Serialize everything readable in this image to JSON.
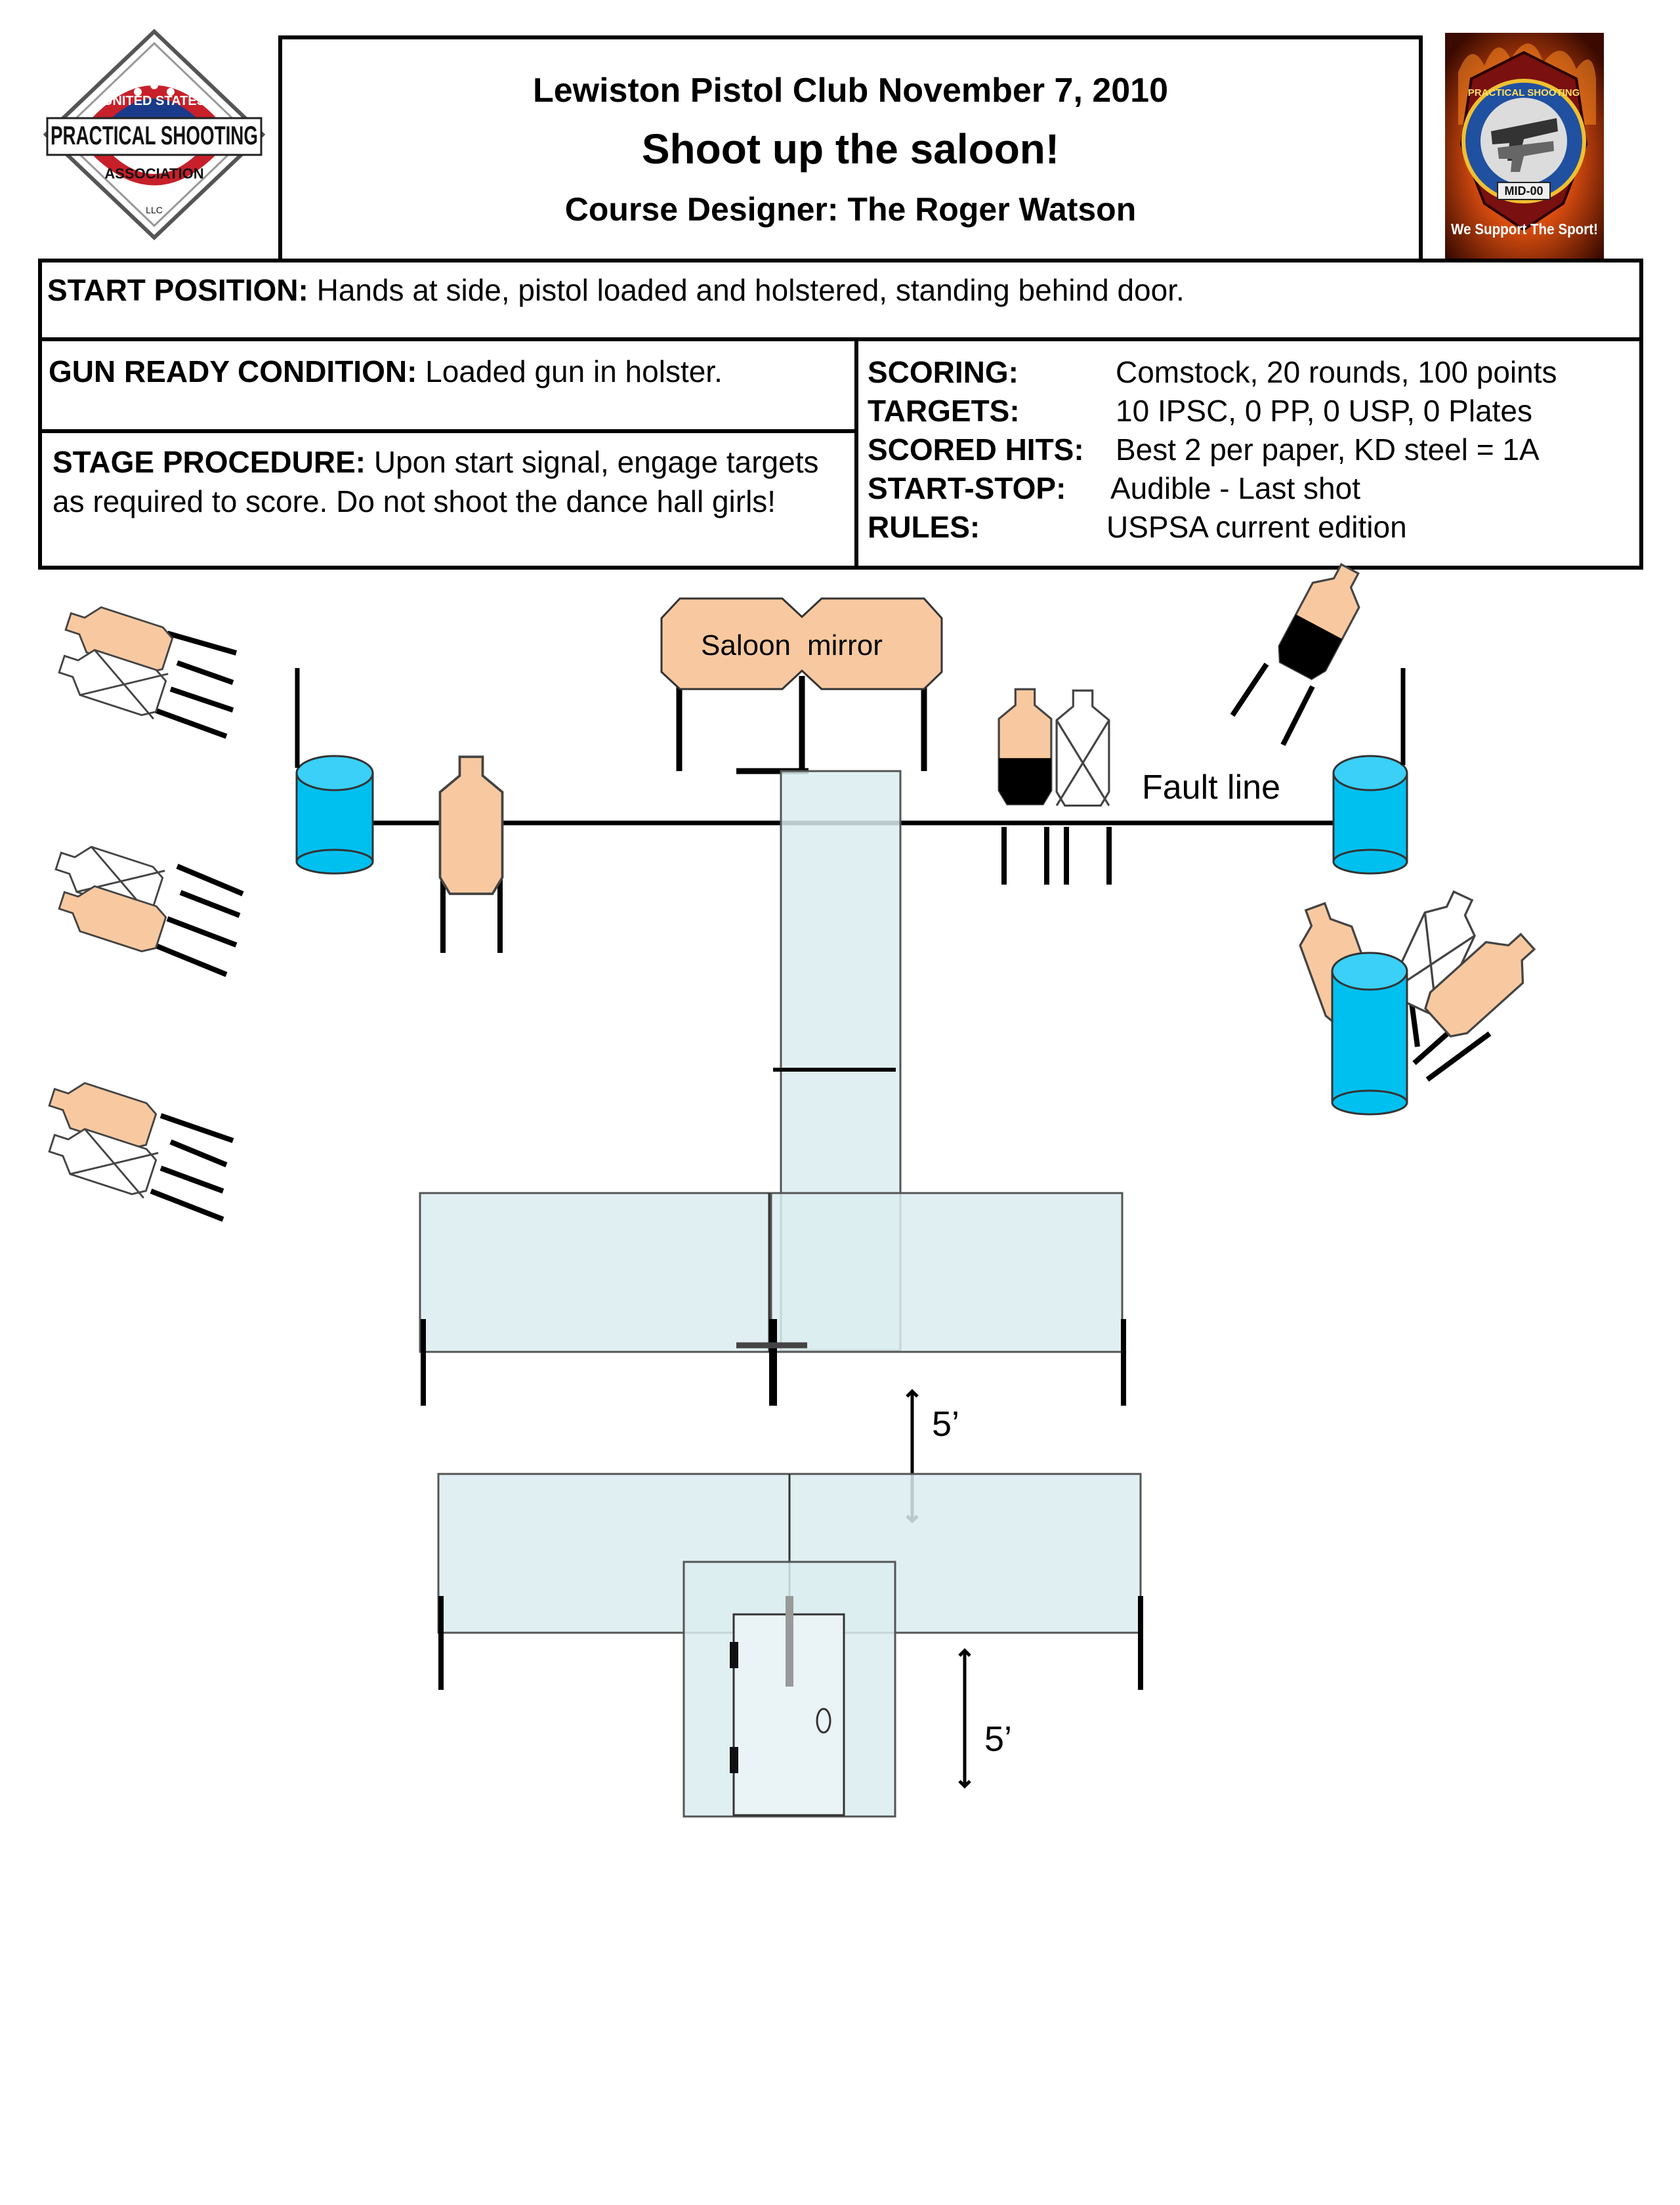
{
  "header": {
    "club_line": "Lewiston Pistol Club November 7, 2010",
    "stage_title": "Shoot up the saloon!",
    "designer_line": "Course Designer: The Roger Watson"
  },
  "logos": {
    "left": {
      "name": "uspsa-logo",
      "line1": "UNITED STATES",
      "line2": "PRACTICAL SHOOTING",
      "line3": "ASSOCIATION",
      "line4": "LLC"
    },
    "right": {
      "name": "club-badge-logo",
      "ring_text": "PRACTICAL SHOOTING",
      "badge": "MID-00",
      "slogan": "We Support The Sport!"
    }
  },
  "start_position": {
    "label": "START POSITION:",
    "text": " Hands at side, pistol loaded and holstered, standing behind door."
  },
  "gun_ready": {
    "label": "GUN READY CONDITION:",
    "text": " Loaded gun in holster."
  },
  "stage_procedure": {
    "label": "STAGE PROCEDURE:",
    "text": " Upon start signal, engage targets as required to score.  Do not shoot the dance hall girls!"
  },
  "scoring_table": [
    {
      "key": "SCORING:",
      "value": "Comstock, 20 rounds, 100 points"
    },
    {
      "key": "TARGETS:",
      "value": "10 IPSC, 0 PP, 0 USP, 0 Plates"
    },
    {
      "key": "SCORED HITS:",
      "value": "Best 2 per paper, KD steel = 1A"
    },
    {
      "key": "START-STOP:",
      "value": "Audible - Last shot"
    },
    {
      "key": "RULES:",
      "value": "USPSA current edition"
    }
  ],
  "diagram": {
    "mirror_left": "Saloon",
    "mirror_right": "mirror",
    "fault_line_label": "Fault line",
    "dimension_upper": "5’",
    "dimension_lower": "5’"
  },
  "colors": {
    "shoot_target": "#f8c9a0",
    "no_shoot_target": "#ffffff",
    "barrel": "#00c0f0",
    "wall_panel": "#daedf0",
    "hard_cover": "#000000"
  }
}
